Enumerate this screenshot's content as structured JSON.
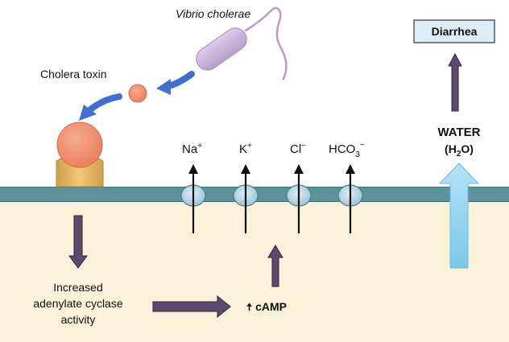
{
  "labels": {
    "organism": "Vibrio cholerae",
    "toxin": "Cholera toxin",
    "water_line1": "WATER",
    "water_h": "(H",
    "water_sub": "2",
    "water_close": "O)",
    "outcome": "Diarrhea",
    "mechanism_line1": "Increased",
    "mechanism_line2": "adenylate cyclase",
    "mechanism_line3": "activity",
    "camp_arrow": "🠅",
    "camp": "cAMP"
  },
  "ions": [
    {
      "base": "Na",
      "sub": "",
      "sup": "+"
    },
    {
      "base": "K",
      "sub": "",
      "sup": "+"
    },
    {
      "base": "Cl",
      "sub": "",
      "sup": "−"
    },
    {
      "base": "HCO",
      "sub": "3",
      "sup": "−"
    }
  ],
  "colors": {
    "membrane": "#5b929c",
    "cytoplasm": "#fbf0d8",
    "bacterium": "#c8b2da",
    "toxin": "#f1906e",
    "receptor": "#e4b764",
    "arrow_dark": "#5b4a6b",
    "arrow_blue_curve": "#3f6fcf",
    "water_arrow": "#8fd0ee",
    "channel": "#b8d8e6",
    "diarrhea_box": "#deedf5"
  }
}
